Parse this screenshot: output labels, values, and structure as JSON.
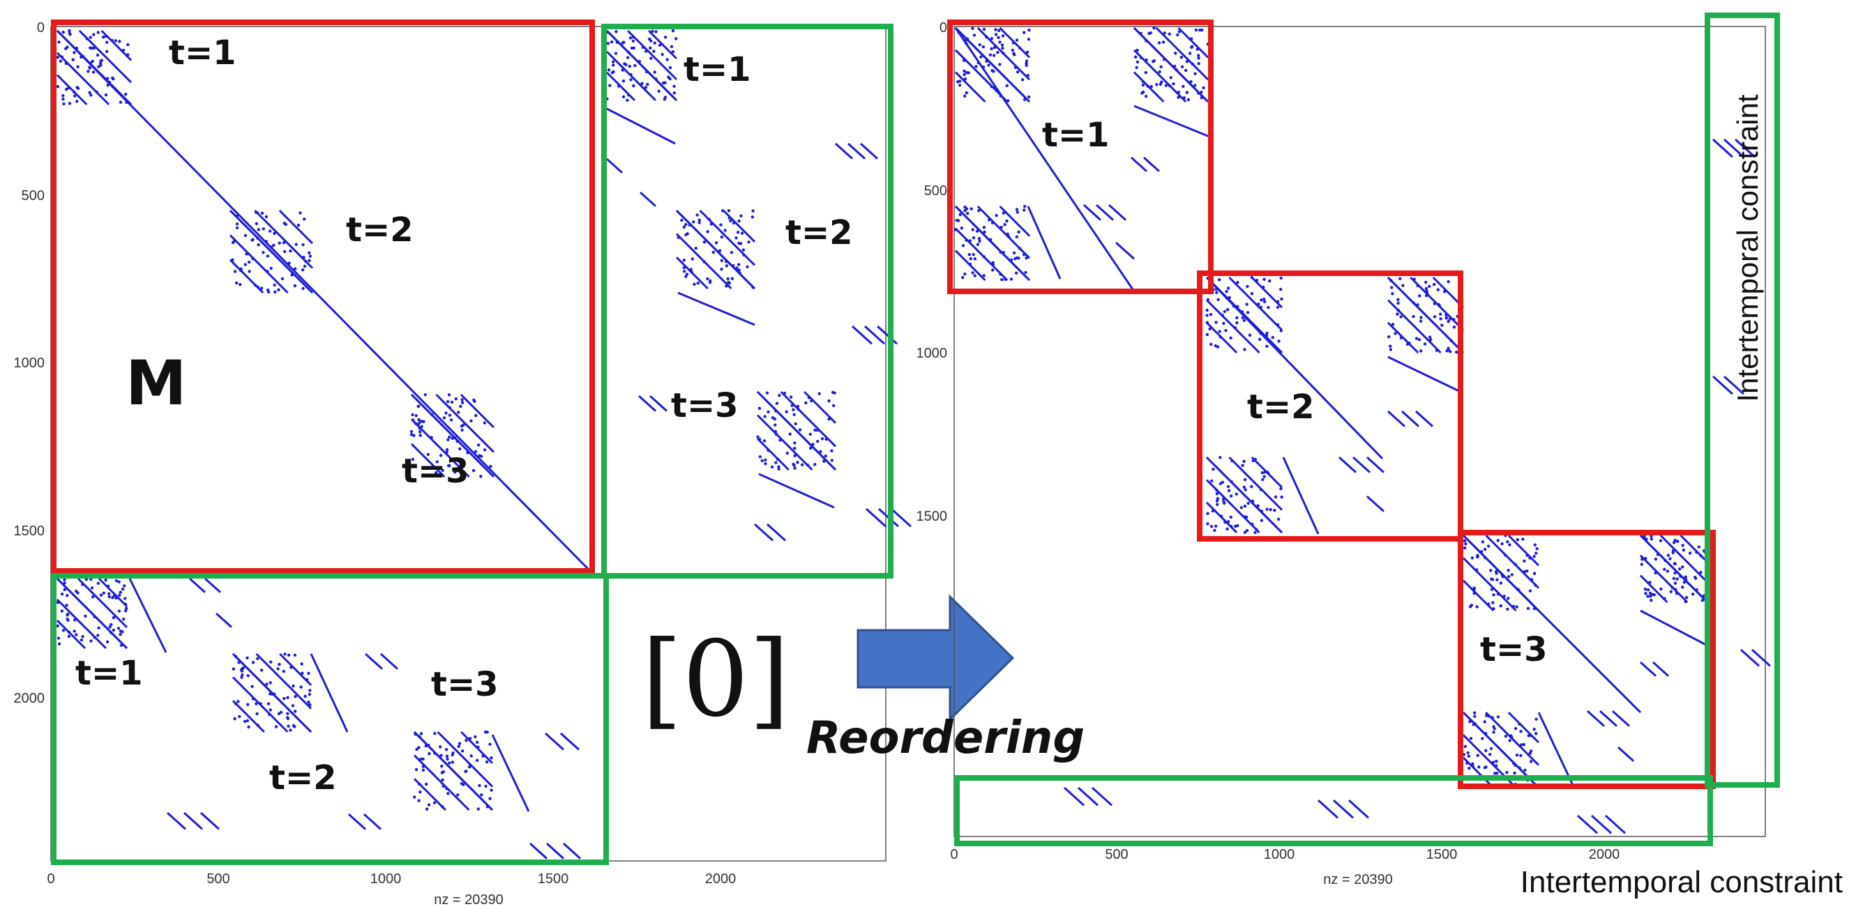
{
  "left_plot": {
    "x_ticks": [
      "0",
      "500",
      "1000",
      "1500",
      "2000"
    ],
    "y_ticks": [
      "0",
      "500",
      "1000",
      "1500",
      "2000"
    ],
    "nz_label": "nz = 20390",
    "matrix_label": "M",
    "block_labels": {
      "diag_t1": "t=1",
      "diag_t2": "t=2",
      "diag_t3": "t=3",
      "right_t1": "t=1",
      "right_t2": "t=2",
      "right_t3": "t=3",
      "bottom_t1": "t=1",
      "bottom_t2": "t=2",
      "bottom_t3": "t=3"
    },
    "zero_block": "[0]"
  },
  "arrow_label": "Reordering",
  "right_plot": {
    "x_ticks": [
      "0",
      "500",
      "1000",
      "1500",
      "2000"
    ],
    "y_ticks": [
      "0",
      "500",
      "1000",
      "1500"
    ],
    "nz_label": "nz = 20390",
    "block_labels": {
      "t1": "t=1",
      "t2": "t=2",
      "t3": "t=3"
    },
    "vertical_caption": "Intertemporal constraint",
    "bottom_caption": "Intertemporal constraint"
  },
  "colors": {
    "dots": "#1f1fd6",
    "red": "#e31b1b",
    "green": "#1fae4e",
    "arrow": "#4472c4",
    "axis": "#555555"
  }
}
